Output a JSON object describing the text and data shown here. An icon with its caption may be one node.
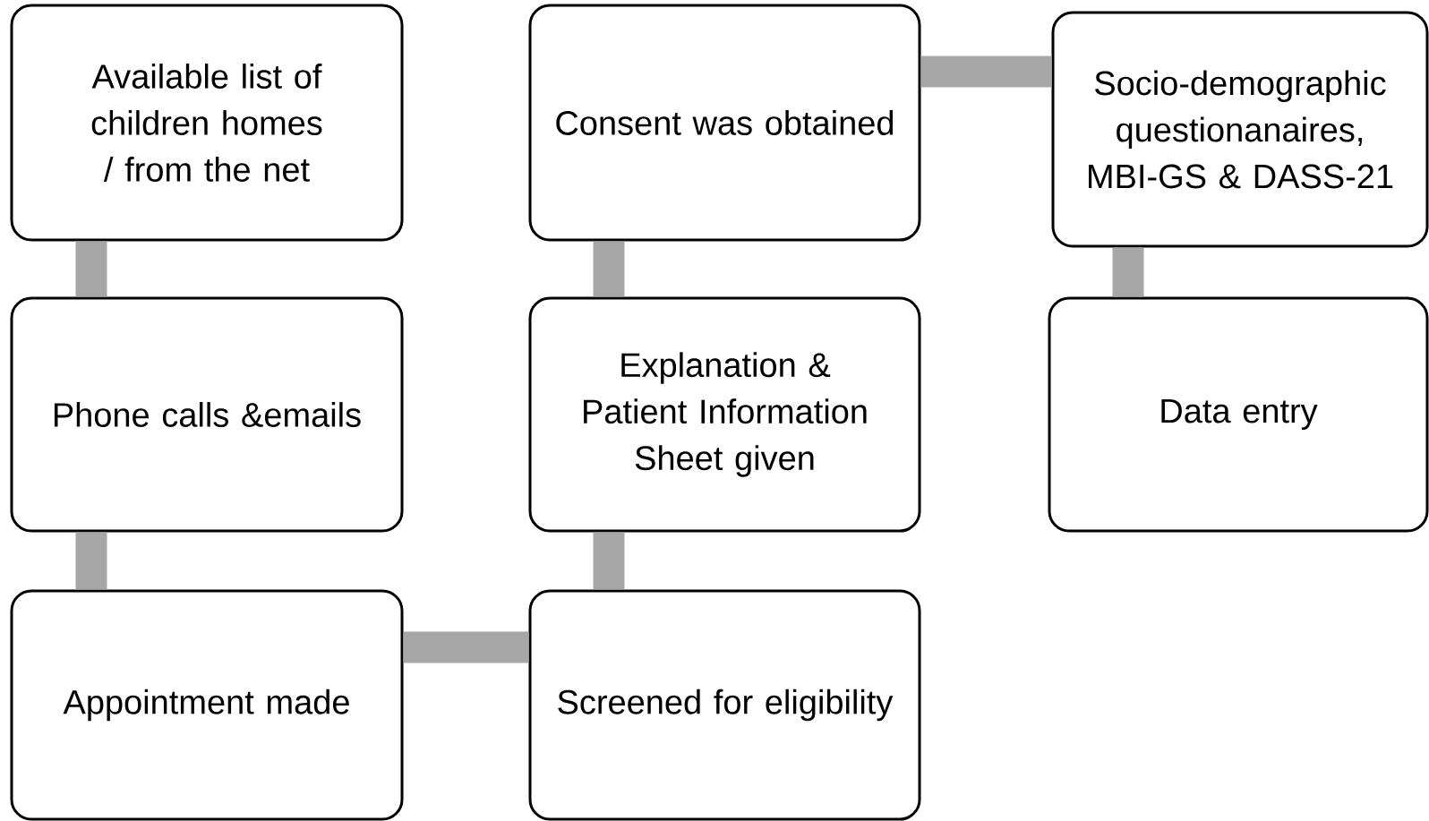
{
  "diagram": {
    "nodes": [
      {
        "text": [
          "Available list of children homes / from the net"
        ]
      },
      {
        "text": [
          "Phone calls &emails"
        ]
      },
      {
        "text": [
          "Appointment made"
        ]
      },
      {
        "text": [
          "Screened for eligibility"
        ]
      },
      {
        "text": [
          "Explanation & Patient Information Sheet given"
        ]
      },
      {
        "text": [
          "Consent was obtained"
        ]
      },
      {
        "text": [
          "Socio-demographic questionanaires, MBI-GS & DASS-21"
        ]
      },
      {
        "text": [
          "Data entry"
        ]
      }
    ],
    "edges": [
      {
        "from": 0,
        "to": 1,
        "arrow": "none"
      },
      {
        "from": 1,
        "to": 2,
        "arrow": "none"
      },
      {
        "from": 2,
        "to": 3,
        "arrow": "none"
      },
      {
        "from": 3,
        "to": 4,
        "arrow": "none"
      },
      {
        "from": 4,
        "to": 5,
        "arrow": "none"
      },
      {
        "from": 5,
        "to": 6,
        "arrow": "none"
      },
      {
        "from": 6,
        "to": 7,
        "arrow": "none"
      }
    ]
  }
}
